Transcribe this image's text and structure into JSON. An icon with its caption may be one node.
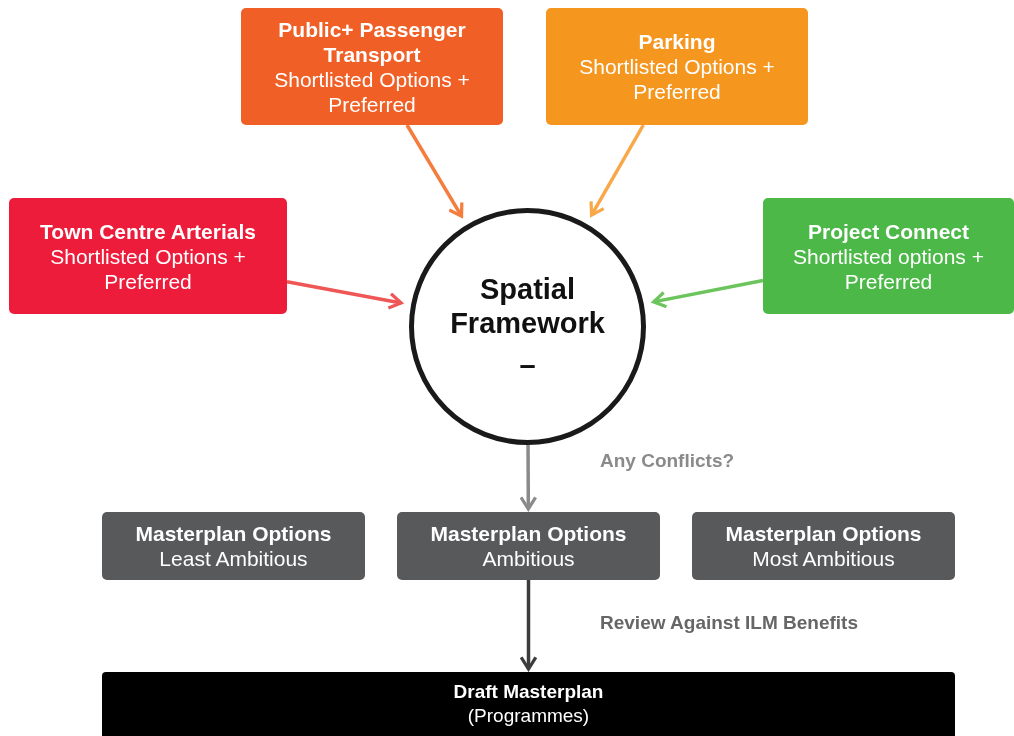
{
  "diagram": {
    "nodes": [
      {
        "text": [
          "Public+ Passenger Transport",
          "Shortlisted Options + Preferred"
        ]
      },
      {
        "text": [
          "Parking",
          "Shortlisted Options + Preferred"
        ]
      },
      {
        "text": [
          "Town Centre Arterials",
          "Shortlisted Options + Preferred"
        ]
      },
      {
        "text": [
          "Project Connect",
          "Shortlisted options + Preferred"
        ]
      },
      {
        "text": [
          "Spatial Framework",
          "–"
        ]
      },
      {
        "text": [
          "Masterplan Options",
          "Least Ambitious"
        ]
      },
      {
        "text": [
          "Masterplan Options",
          "Ambitious"
        ]
      },
      {
        "text": [
          "Masterplan Options",
          "Most Ambitious"
        ]
      },
      {
        "text": [
          "Draft Masterplan",
          "(Programmes)"
        ]
      }
    ],
    "edges": [
      {
        "from": 0,
        "to": 4,
        "arrow": "to",
        "color": "#f47c3c"
      },
      {
        "from": 1,
        "to": 4,
        "arrow": "to",
        "color": "#f8a848"
      },
      {
        "from": 2,
        "to": 4,
        "arrow": "to",
        "color": "#ef5656"
      },
      {
        "from": 3,
        "to": 4,
        "arrow": "to",
        "color": "#6cc45c"
      },
      {
        "from": 4,
        "to": 6,
        "arrow": "to",
        "label": "Any Conflicts?",
        "color": "#8a8a8a"
      },
      {
        "from": 6,
        "to": 8,
        "arrow": "to",
        "label": "Review Against ILM Benefits",
        "color": "#3c3c3c"
      }
    ]
  }
}
